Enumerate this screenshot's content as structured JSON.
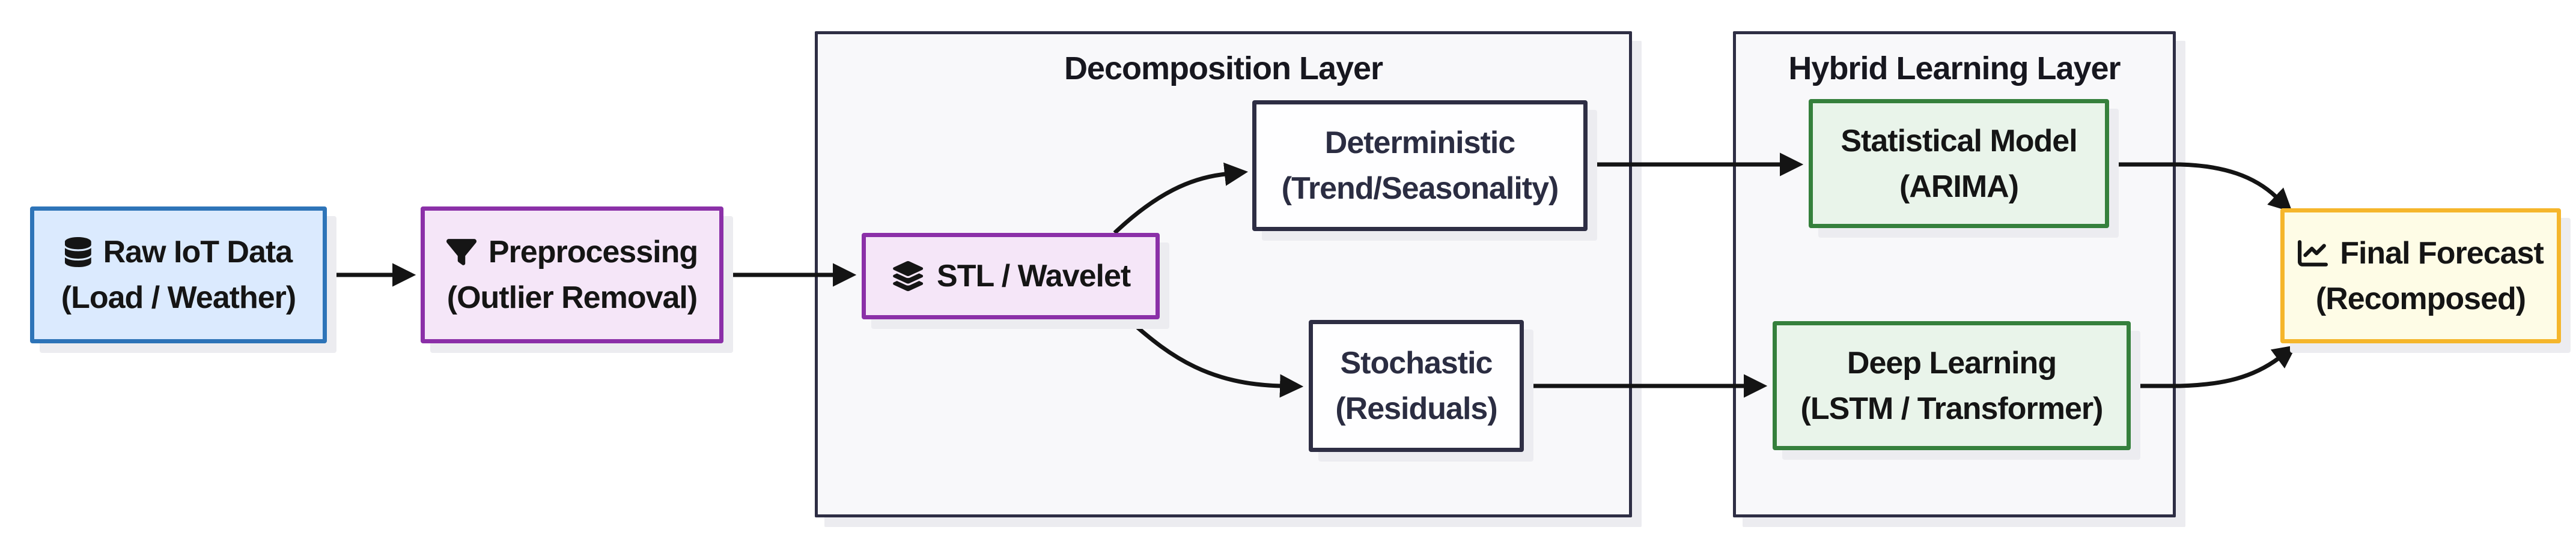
{
  "diagram": {
    "type": "flowchart",
    "direction": "left-to-right",
    "containers": {
      "decomposition": {
        "title": "Decomposition Layer",
        "members": [
          "stl_wavelet",
          "deterministic",
          "stochastic"
        ]
      },
      "hybrid": {
        "title": "Hybrid Learning Layer",
        "members": [
          "statistical_model",
          "deep_learning"
        ]
      }
    },
    "nodes": {
      "raw_iot": {
        "line1": "Raw IoT Data",
        "line2": "(Load / Weather)",
        "icon": "database-icon",
        "fill": "#dbeafe",
        "stroke": "#2e74b8"
      },
      "preprocessing": {
        "line1": "Preprocessing",
        "line2": "(Outlier Removal)",
        "icon": "filter-icon",
        "fill": "#f5e6f8",
        "stroke": "#8b30a8"
      },
      "stl_wavelet": {
        "line1": "STL / Wavelet",
        "line2": "",
        "icon": "layers-icon",
        "fill": "#f5e6f8",
        "stroke": "#8b30a8"
      },
      "deterministic": {
        "line1": "Deterministic",
        "line2": "(Trend/Seasonality)",
        "icon": null,
        "fill": "#ffffff",
        "stroke": "#2e2e44"
      },
      "stochastic": {
        "line1": "Stochastic",
        "line2": "(Residuals)",
        "icon": null,
        "fill": "#ffffff",
        "stroke": "#2e2e44"
      },
      "statistical_model": {
        "line1": "Statistical Model",
        "line2": "(ARIMA)",
        "icon": null,
        "fill": "#e9f4ea",
        "stroke": "#35803c"
      },
      "deep_learning": {
        "line1": "Deep Learning",
        "line2": "(LSTM / Transformer)",
        "icon": null,
        "fill": "#e9f4ea",
        "stroke": "#35803c"
      },
      "final_forecast": {
        "line1": "Final Forecast",
        "line2": "(Recomposed)",
        "icon": "chart-line-icon",
        "fill": "#fefce6",
        "stroke": "#f5b62c"
      }
    },
    "edges": [
      {
        "from": "raw_iot",
        "to": "preprocessing"
      },
      {
        "from": "preprocessing",
        "to": "stl_wavelet"
      },
      {
        "from": "stl_wavelet",
        "to": "deterministic"
      },
      {
        "from": "stl_wavelet",
        "to": "stochastic"
      },
      {
        "from": "deterministic",
        "to": "statistical_model"
      },
      {
        "from": "stochastic",
        "to": "deep_learning"
      },
      {
        "from": "statistical_model",
        "to": "final_forecast"
      },
      {
        "from": "deep_learning",
        "to": "final_forecast"
      }
    ],
    "colors": {
      "edge": "#141414",
      "container_fill": "#f8f8fa",
      "container_stroke": "#2e2e44",
      "shadow": "#ececf0",
      "text_dark": "#151515",
      "text_navy": "#2b2d42"
    }
  }
}
